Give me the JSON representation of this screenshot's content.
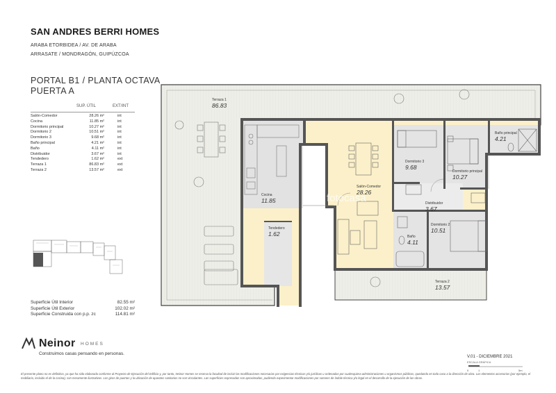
{
  "header": {
    "title": "SAN ANDRES BERRI HOMES",
    "address_line1": "ARABA ETORBIDEA / AV. DE ARABA",
    "address_line2": "ARRASATE / MONDRAGÓN, GUIPÚZCOA",
    "portal_line1": "PORTAL B1 / PLANTA OCTAVA",
    "portal_line2": "PUERTA A"
  },
  "table": {
    "col_area": "SUP. ÚTIL",
    "col_type": "EXT/INT",
    "rows": [
      {
        "name": "Salón-Comedor",
        "area": "28.26 m²",
        "type": "int"
      },
      {
        "name": "Cocina",
        "area": "11.85 m²",
        "type": "int"
      },
      {
        "name": "Dormitorio principal",
        "area": "10.27 m²",
        "type": "int"
      },
      {
        "name": "Dormitorio 2",
        "area": "10.51 m²",
        "type": "int"
      },
      {
        "name": "Dormitorio 3",
        "area": "9.68 m²",
        "type": "int"
      },
      {
        "name": "Baño principal",
        "area": "4.21 m²",
        "type": "int"
      },
      {
        "name": "Baño",
        "area": "4.11 m²",
        "type": "int"
      },
      {
        "name": "Distribuidor",
        "area": "3.67 m²",
        "type": "int"
      },
      {
        "name": "Tendedero",
        "area": "1.62 m²",
        "type": "ext"
      },
      {
        "name": "Terraza 1",
        "area": "86.83 m²",
        "type": "ext"
      },
      {
        "name": "Terraza 2",
        "area": "13.57 m²",
        "type": "ext"
      }
    ]
  },
  "summary": [
    {
      "label": "Superficie Útil Interior",
      "value": "82.55 m²"
    },
    {
      "label": "Superficie Útil Exterior",
      "value": "102.02 m²"
    },
    {
      "label": "Superficie Construida con p.p. zc",
      "value": "114.81 m²"
    }
  ],
  "plan": {
    "rooms": [
      {
        "name": "Terraza 1",
        "area": "86.83"
      },
      {
        "name": "Cocina",
        "area": "11.85"
      },
      {
        "name": "Salón-Comedor",
        "area": "28.26"
      },
      {
        "name": "Dormitorio 3",
        "area": "9.68"
      },
      {
        "name": "Dormitorio principal",
        "area": "10.27"
      },
      {
        "name": "Baño principal",
        "area": "4.21"
      },
      {
        "name": "Distribuidor",
        "area": "3.67"
      },
      {
        "name": "Dormitorio 2",
        "area": "10.51"
      },
      {
        "name": "Baño",
        "area": "4.11"
      },
      {
        "name": "Tendedero",
        "area": "1.62"
      },
      {
        "name": "Terraza 2",
        "area": "13.57"
      }
    ],
    "watermark": "fotocasa",
    "accent_color": "#fbf0c9",
    "terrace_color": "#eeeee8"
  },
  "footer": {
    "brand": "Neinor",
    "brand_suffix": "HOMES",
    "tagline": "Construimos casas pensando en personas.",
    "version": "V.01 - DICIEMBRE 2021",
    "scale_label": "ESCALA GRÁFICA",
    "scale_ticks": [
      "0",
      "1",
      "5m"
    ],
    "disclaimer": "El presente plano no es definitivo, ya que ha sido elaborado conforme al Proyecto de Ejecución del Edificio y, por tanto, Neinor Homes se reserva la facultad de incluir las modificaciones necesarias por exigencias técnicas y/o jurídicas u ordenadas por cualesquiera administraciones u organismos públicos, quedando en todo caso a la dirección de obra. Los elementos accesorios (por ejemplo, el mobiliario, incluido el de la cocina), son meramente ilustrativos. Los giros de puertas y la ubicación de aparatos sanitarios no son vinculantes. Las superficies expresadas son aproximadas, pudiendo experimentar modificaciones por razones de índole técnica y/o legal en el desarrollo de la ejecución de las obras."
  }
}
